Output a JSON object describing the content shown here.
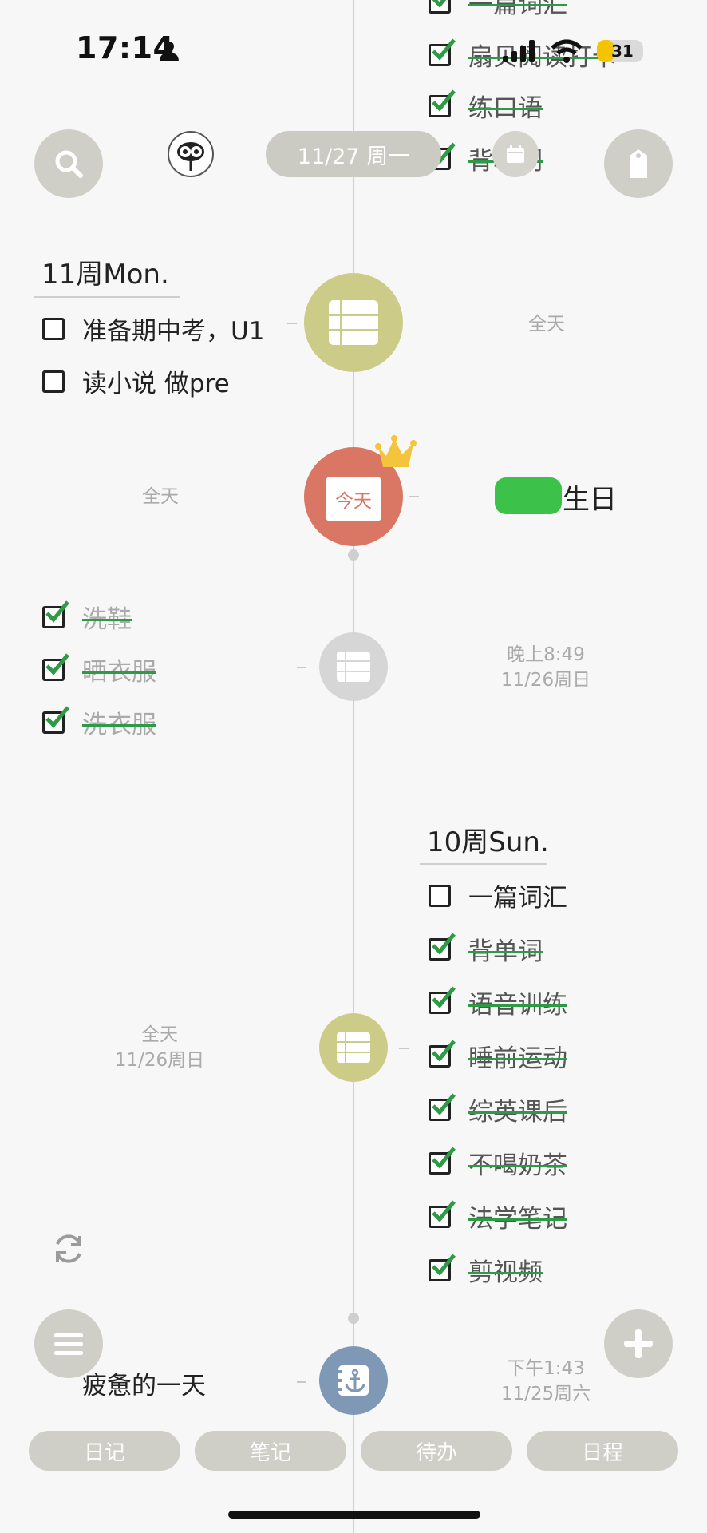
{
  "status_bar": {
    "time": "17:14",
    "battery": "31"
  },
  "header": {
    "date_pill": "11/27 周一"
  },
  "top_partial_tasks": [
    {
      "label": "一篇词汇",
      "done": true
    },
    {
      "label": "扇贝阅读打卡",
      "done": true
    },
    {
      "label": "练口语",
      "done": true
    },
    {
      "label": "背单词",
      "done": true
    }
  ],
  "entries": {
    "week11": {
      "title": "11周Mon.",
      "time_label": "全天",
      "tasks": [
        {
          "label": "准备期中考，U1",
          "done": false
        },
        {
          "label": "读小说 做pre",
          "done": false
        }
      ]
    },
    "today": {
      "node_label": "今天",
      "time_label": "全天",
      "event": "生日"
    },
    "chores": {
      "time_line1": "晚上8:49",
      "time_line2": "11/26周日",
      "tasks": [
        {
          "label": "洗鞋",
          "done": true
        },
        {
          "label": "晒衣服",
          "done": true
        },
        {
          "label": "洗衣服",
          "done": true
        }
      ]
    },
    "week10": {
      "title": "10周Sun.",
      "time_line1": "全天",
      "time_line2": "11/26周日",
      "tasks": [
        {
          "label": "一篇词汇",
          "done": false
        },
        {
          "label": "背单词",
          "done": true
        },
        {
          "label": "语音训练",
          "done": true
        },
        {
          "label": "睡前运动",
          "done": true
        },
        {
          "label": "综英课后",
          "done": true
        },
        {
          "label": "不喝奶茶",
          "done": true
        },
        {
          "label": "法学笔记",
          "done": true
        },
        {
          "label": "剪视频",
          "done": true
        }
      ]
    },
    "diary": {
      "text": "疲惫的一天",
      "time_line1": "下午1:43",
      "time_line2": "11/25周六"
    }
  },
  "tabs": [
    "日记",
    "笔记",
    "待办",
    "日程"
  ],
  "icons": {
    "search": "search-icon",
    "avatar": "avatar-icon",
    "calendar": "calendar-icon",
    "tag": "tag-icon",
    "list": "list-icon",
    "anchor": "anchor-icon",
    "refresh": "refresh-icon",
    "menu": "menu-icon",
    "add": "plus-icon",
    "crown": "crown-icon"
  },
  "colors": {
    "olive": "#cccc88",
    "today_red": "#d97764",
    "gray_node": "#d6d6d6",
    "anchor_blue": "#7f98b5",
    "check_green": "#2e9a45",
    "button_gray": "#cfcfc7"
  }
}
